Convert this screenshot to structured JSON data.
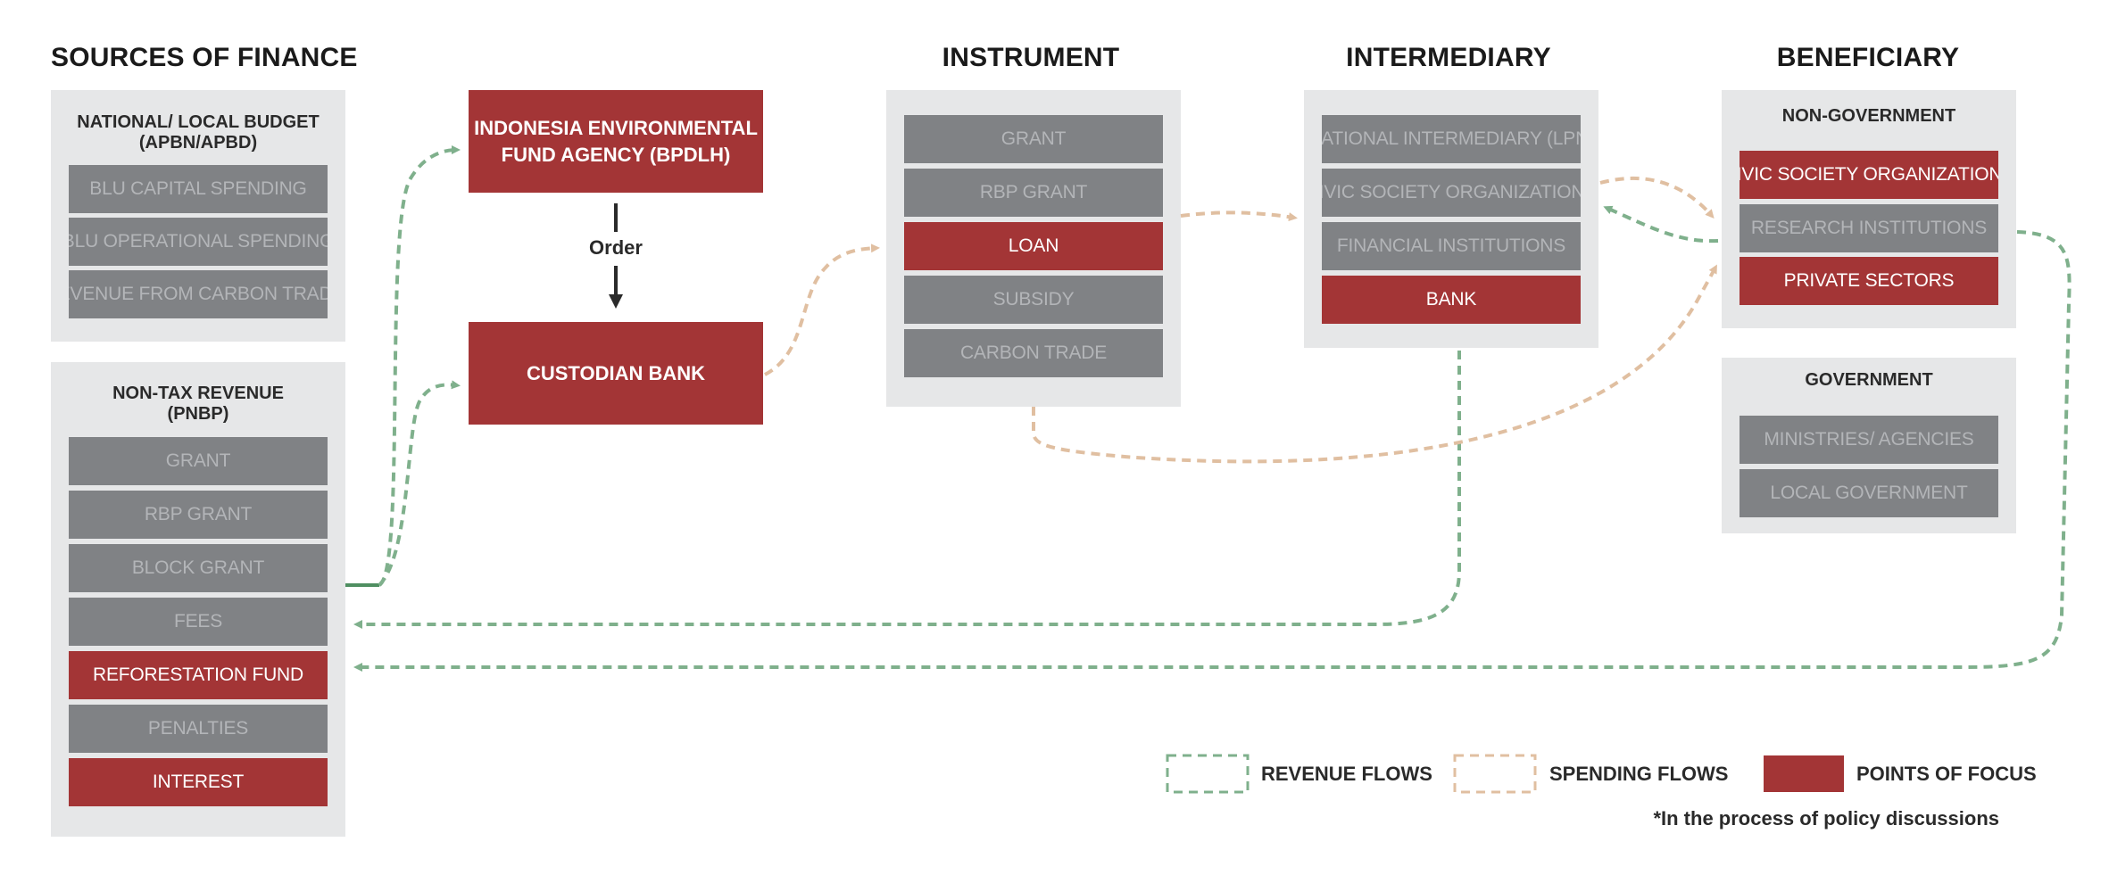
{
  "columns": {
    "sources": "SOURCES OF FINANCE",
    "instrument": "INSTRUMENT",
    "intermediary": "INTERMEDIARY",
    "beneficiary": "BENEFICIARY"
  },
  "national_budget": {
    "title_line1": "NATIONAL/ LOCAL BUDGET",
    "title_line2": "(APBN/APBD)",
    "items": [
      "BLU CAPITAL SPENDING",
      "BLU OPERATIONAL SPENDING",
      "REVENUE FROM CARBON TRADE*"
    ]
  },
  "non_tax_revenue": {
    "title_line1": "NON-TAX REVENUE",
    "title_line2": "(PNBP)",
    "items": [
      "GRANT",
      "RBP GRANT",
      "BLOCK GRANT",
      "FEES",
      "REFORESTATION FUND",
      "PENALTIES",
      "INTEREST"
    ]
  },
  "bpdlh": {
    "line1": "INDONESIA ENVIRONMENTAL",
    "line2": "FUND AGENCY (BPDLH)"
  },
  "order_label": "Order",
  "custodian_bank": "CUSTODIAN BANK",
  "instrument_items": [
    "GRANT",
    "RBP GRANT",
    "LOAN",
    "SUBSIDY",
    "CARBON TRADE"
  ],
  "intermediary_items": [
    "NATIONAL INTERMEDIARY (LPN)",
    "CIVIC SOCIETY ORGANIZATIONS",
    "FINANCIAL INSTITUTIONS",
    "BANK"
  ],
  "non_government": {
    "title": "NON-GOVERNMENT",
    "items": [
      "CIVIC SOCIETY ORGANIZATIONS",
      "RESEARCH INSTITUTIONS",
      "PRIVATE SECTORS"
    ]
  },
  "government": {
    "title": "GOVERNMENT",
    "items": [
      "MINISTRIES/ AGENCIES",
      "LOCAL GOVERNMENT"
    ]
  },
  "legend": {
    "revenue": "REVENUE FLOWS",
    "spending": "SPENDING FLOWS",
    "focus": "POINTS OF FOCUS"
  },
  "footnote": "*In the process of policy discussions",
  "colors": {
    "focus_red": "#a33536",
    "neutral_gray": "#808285",
    "panel_gray": "#e6e7e8",
    "revenue_green": "#7fb08c",
    "spending_tan": "#e0bfa1"
  }
}
